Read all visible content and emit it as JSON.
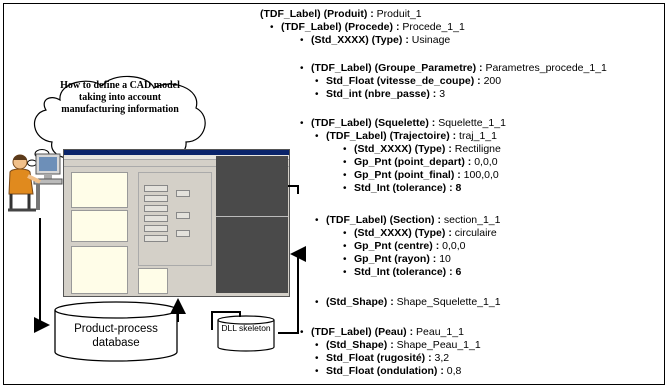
{
  "cloud": {
    "text": "How to define a CAD model taking into account manufacturing information"
  },
  "database": {
    "label": "Product-process database"
  },
  "dll": {
    "label": "DLL skeleton"
  },
  "tree": [
    {
      "level": 0,
      "bullet": false,
      "tag": "(TDF_Label) (Produit)",
      "value": "Produit_1",
      "bold_value": false
    },
    {
      "level": 1,
      "bullet": true,
      "tag": "(TDF_Label) (Procede)",
      "value": "Procede_1_1",
      "bold_value": false
    },
    {
      "level": 2,
      "bullet": true,
      "tag": "(Std_XXXX) (Type)",
      "value": "Usinage",
      "bold_value": false
    },
    {
      "level": 1,
      "bullet": true,
      "tag": "(TDF_Label) (Groupe_Parametre)",
      "value": "Parametres_procede_1_1",
      "bold_value": false
    },
    {
      "level": 2,
      "bullet": true,
      "tag": "Std_Float (vitesse_de_coupe)",
      "value": "200",
      "bold_value": false
    },
    {
      "level": 2,
      "bullet": true,
      "tag": "Std_int (nbre_passe)",
      "value": "3",
      "bold_value": false
    },
    {
      "level": 1,
      "bullet": true,
      "tag": "(TDF_Label) (Squelette)",
      "value": "Squelette_1_1",
      "bold_value": false
    },
    {
      "level": 2,
      "bullet": true,
      "tag": "(TDF_Label) (Trajectoire)",
      "value": "traj_1_1",
      "bold_value": false
    },
    {
      "level": 3,
      "bullet": true,
      "tag": "(Std_XXXX) (Type)",
      "value": "Rectiligne",
      "bold_value": false
    },
    {
      "level": 3,
      "bullet": true,
      "tag": "Gp_Pnt (point_depart)",
      "value": "0,0,0",
      "bold_value": false
    },
    {
      "level": 3,
      "bullet": true,
      "tag": "Gp_Pnt (point_final)",
      "value": "100,0,0",
      "bold_value": false
    },
    {
      "level": 3,
      "bullet": true,
      "tag": "Std_Int (tolerance)",
      "value": "8",
      "bold_value": true
    },
    {
      "level": 2,
      "bullet": true,
      "tag": "(TDF_Label) (Section)",
      "value": "section_1_1",
      "bold_value": false
    },
    {
      "level": 3,
      "bullet": true,
      "tag": "(Std_XXXX) (Type)",
      "value": "circulaire",
      "bold_value": false
    },
    {
      "level": 3,
      "bullet": true,
      "tag": "Gp_Pnt (centre)",
      "value": "0,0,0",
      "bold_value": false
    },
    {
      "level": 3,
      "bullet": true,
      "tag": "Gp_Pnt (rayon)",
      "value": "10",
      "bold_value": false
    },
    {
      "level": 3,
      "bullet": true,
      "tag": "Std_Int (tolerance)",
      "value": "6",
      "bold_value": true
    },
    {
      "level": 2,
      "bullet": true,
      "tag": "(Std_Shape)",
      "value": "Shape_Squelette_1_1",
      "bold_value": false
    },
    {
      "level": 1,
      "bullet": true,
      "tag": "(TDF_Label) (Peau)",
      "value": "Peau_1_1",
      "bold_value": false
    },
    {
      "level": 2,
      "bullet": true,
      "tag": "(Std_Shape)",
      "value": "Shape_Peau_1_1",
      "bold_value": false
    },
    {
      "level": 2,
      "bullet": true,
      "tag": "Std_Float (rugosité)",
      "value": "3,2",
      "bold_value": false
    },
    {
      "level": 2,
      "bullet": true,
      "tag": "Std_Float (ondulation)",
      "value": "0,8",
      "bold_value": false
    }
  ],
  "colors": {
    "screen_bg": "#d4d0c8",
    "dark_panel": "#4a4a4a",
    "titlebar": "#0a246a"
  }
}
